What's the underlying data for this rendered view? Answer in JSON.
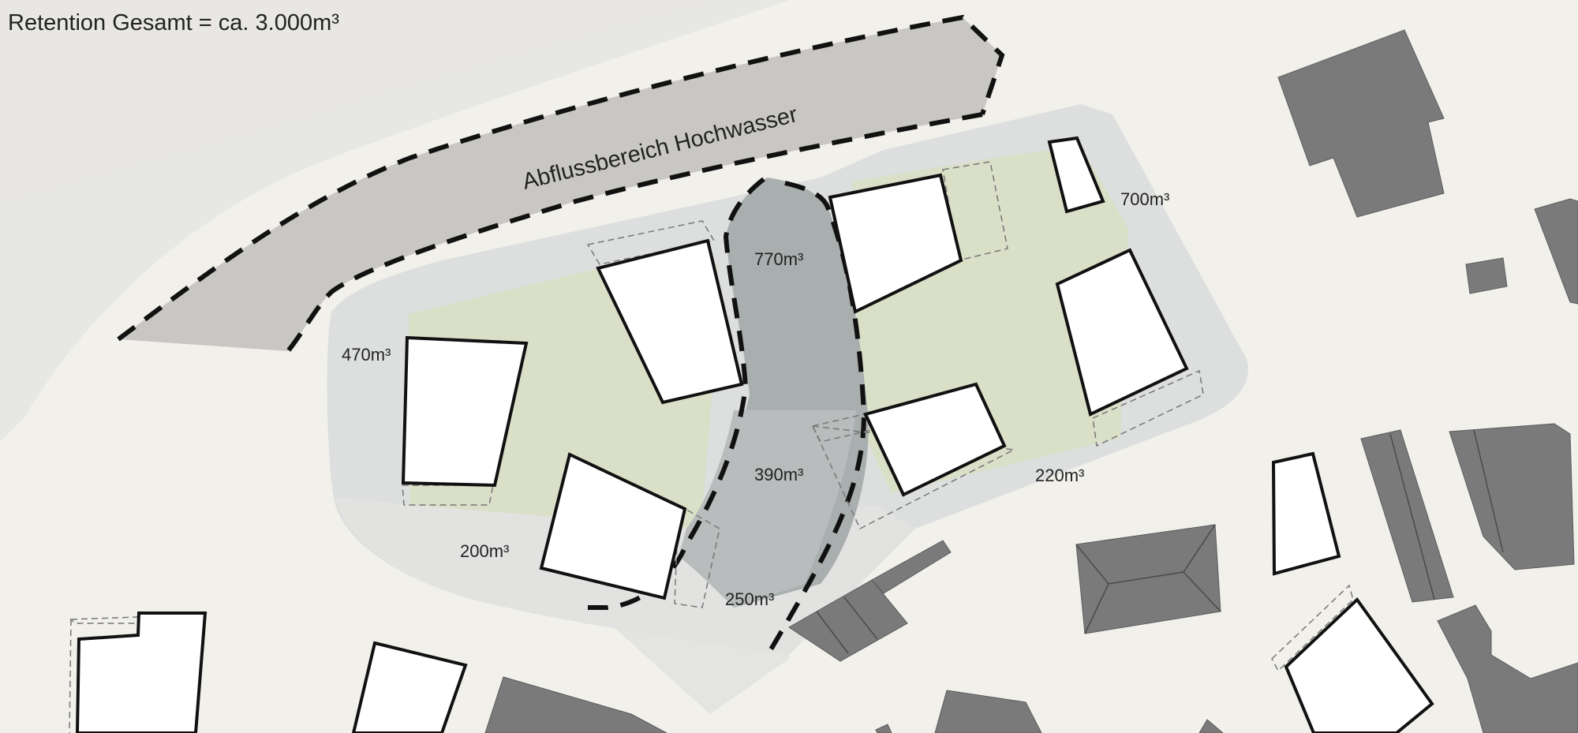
{
  "header": {
    "title": "Retention Gesamt = ca. 3.000m³"
  },
  "flow_zone": {
    "label": "Abflussbereich Hochwasser"
  },
  "retention_zones": [
    {
      "id": "zone-770",
      "label": "770m³"
    },
    {
      "id": "zone-700",
      "label": "700m³"
    },
    {
      "id": "zone-470",
      "label": "470m³"
    },
    {
      "id": "zone-390",
      "label": "390m³"
    },
    {
      "id": "zone-220",
      "label": "220m³"
    },
    {
      "id": "zone-200",
      "label": "200m³"
    },
    {
      "id": "zone-250",
      "label": "250m³"
    }
  ],
  "colors": {
    "background": "#f1f0eb",
    "flow_band": "#c9c7c3",
    "retention_area": "#dcdfdd",
    "green_area": "#dadfc8",
    "central_channel": "#a9aeae",
    "existing_building": "#7a7a7a",
    "new_building": "#ffffff",
    "outline": "#111111"
  }
}
